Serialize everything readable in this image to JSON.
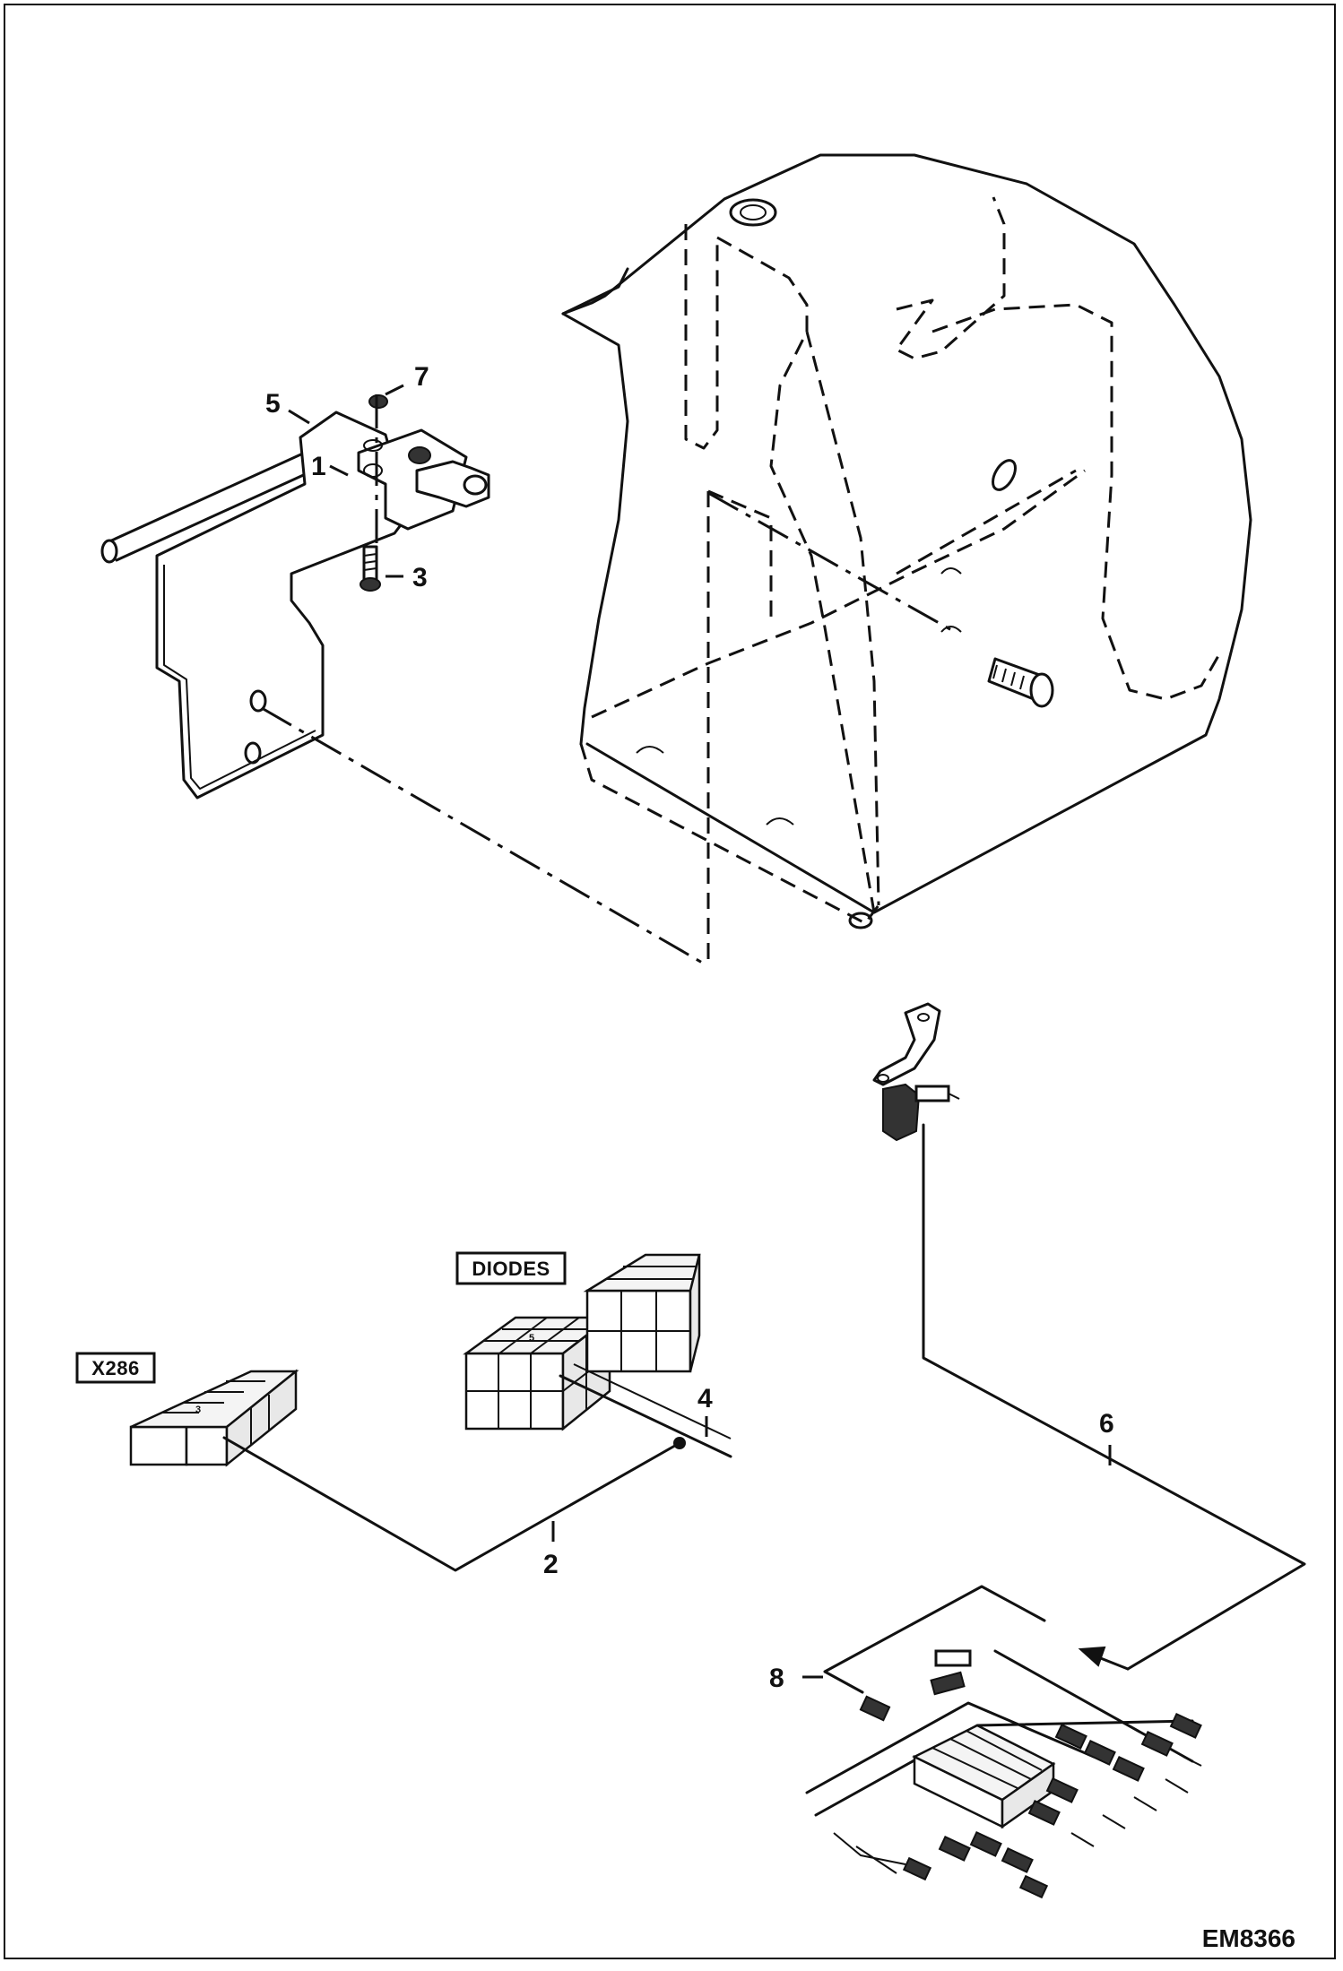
{
  "diagram": {
    "drawing_code": "EM8366",
    "callouts": [
      "1",
      "2",
      "3",
      "4",
      "5",
      "6",
      "7",
      "8"
    ],
    "connector_labels": {
      "x286": "X286",
      "diodes": "DIODES"
    }
  }
}
